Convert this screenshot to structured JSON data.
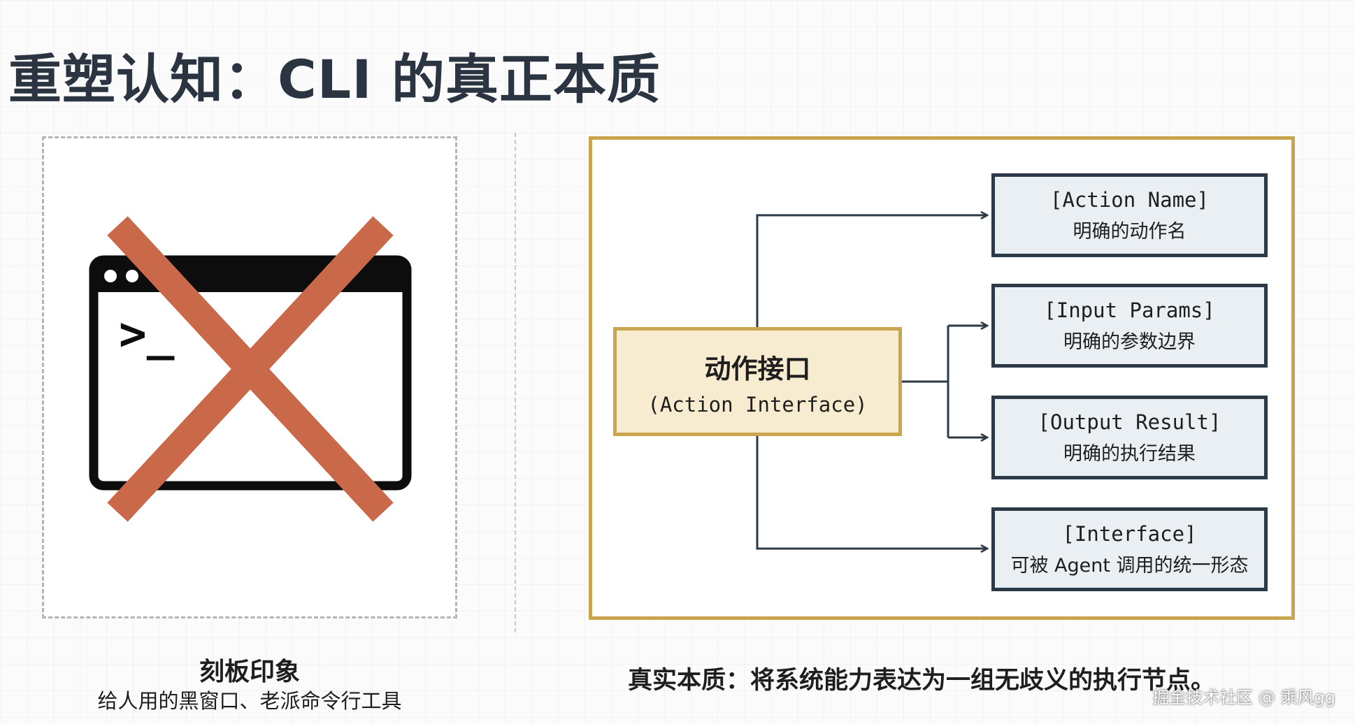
{
  "title": "重塑认知：CLI 的真正本质",
  "left": {
    "prompt": ">_",
    "caption_title": "刻板印象",
    "caption_sub": "给人用的黑窗口、老派命令行工具"
  },
  "diagram": {
    "center_title": "动作接口",
    "center_sub": "(Action Interface)",
    "nodes": [
      {
        "code": "[Action Name]",
        "desc": "明确的动作名"
      },
      {
        "code": "[Input Params]",
        "desc": "明确的参数边界"
      },
      {
        "code": "[Output Result]",
        "desc": "明确的执行结果"
      },
      {
        "code": "[Interface]",
        "desc": "可被 Agent 调用的统一形态"
      }
    ],
    "caption": "真实本质：将系统能力表达为一组无歧义的执行节点。"
  },
  "watermark": "掘金技术社区 @ 乘风gg",
  "colors": {
    "gold": "#c9a54e",
    "gold_fill": "#f8ecd0",
    "navy": "#2c3a48",
    "node_fill": "#eaeff4",
    "cross": "#c9694a",
    "title": "#2b3542"
  }
}
